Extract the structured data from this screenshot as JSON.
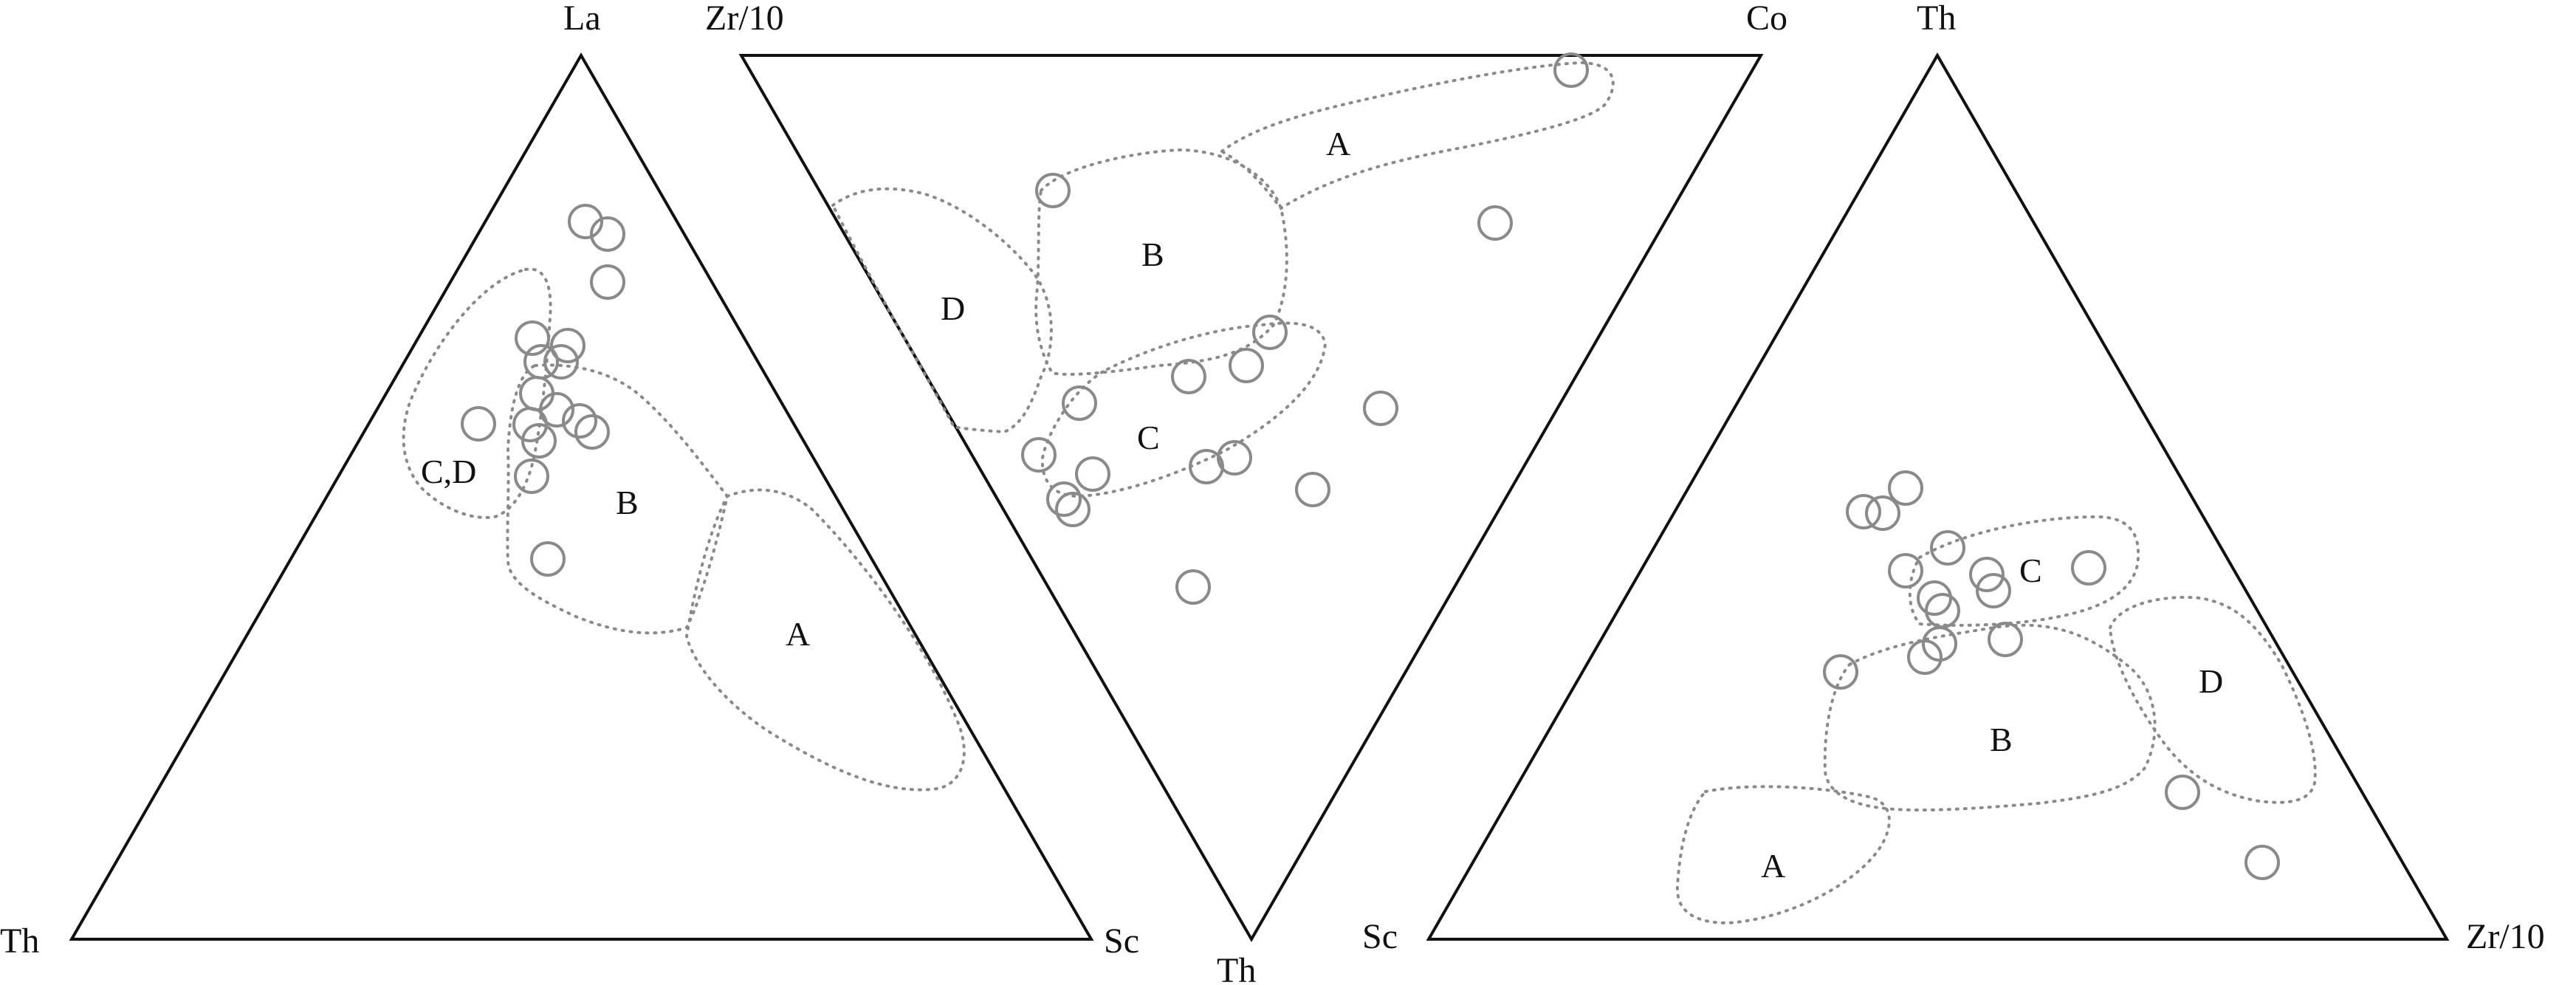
{
  "colors": {
    "frame": "#111111",
    "sample_marker": "#8a8a8a",
    "field_outline": "#8a8a8a",
    "background": "#ffffff"
  },
  "diagrams": [
    {
      "id": "la-th-sc",
      "vertices": {
        "apex": "La",
        "left": "Th",
        "right": "Sc"
      },
      "fields": [
        {
          "id": "A",
          "label": "A"
        },
        {
          "id": "B",
          "label": "B"
        },
        {
          "id": "CD",
          "label": "C,D"
        }
      ]
    },
    {
      "id": "zr-co-th",
      "vertices": {
        "top_left": "Zr/10",
        "top_right": "Co",
        "bottom": "Th"
      },
      "fields": [
        {
          "id": "A",
          "label": "A"
        },
        {
          "id": "B",
          "label": "B"
        },
        {
          "id": "C",
          "label": "C"
        },
        {
          "id": "D",
          "label": "D"
        }
      ]
    },
    {
      "id": "th-sc-zr",
      "vertices": {
        "apex": "Th",
        "left": "Sc",
        "right": "Zr/10"
      },
      "fields": [
        {
          "id": "A",
          "label": "A"
        },
        {
          "id": "B",
          "label": "B"
        },
        {
          "id": "C",
          "label": "C"
        },
        {
          "id": "D",
          "label": "D"
        }
      ]
    }
  ]
}
